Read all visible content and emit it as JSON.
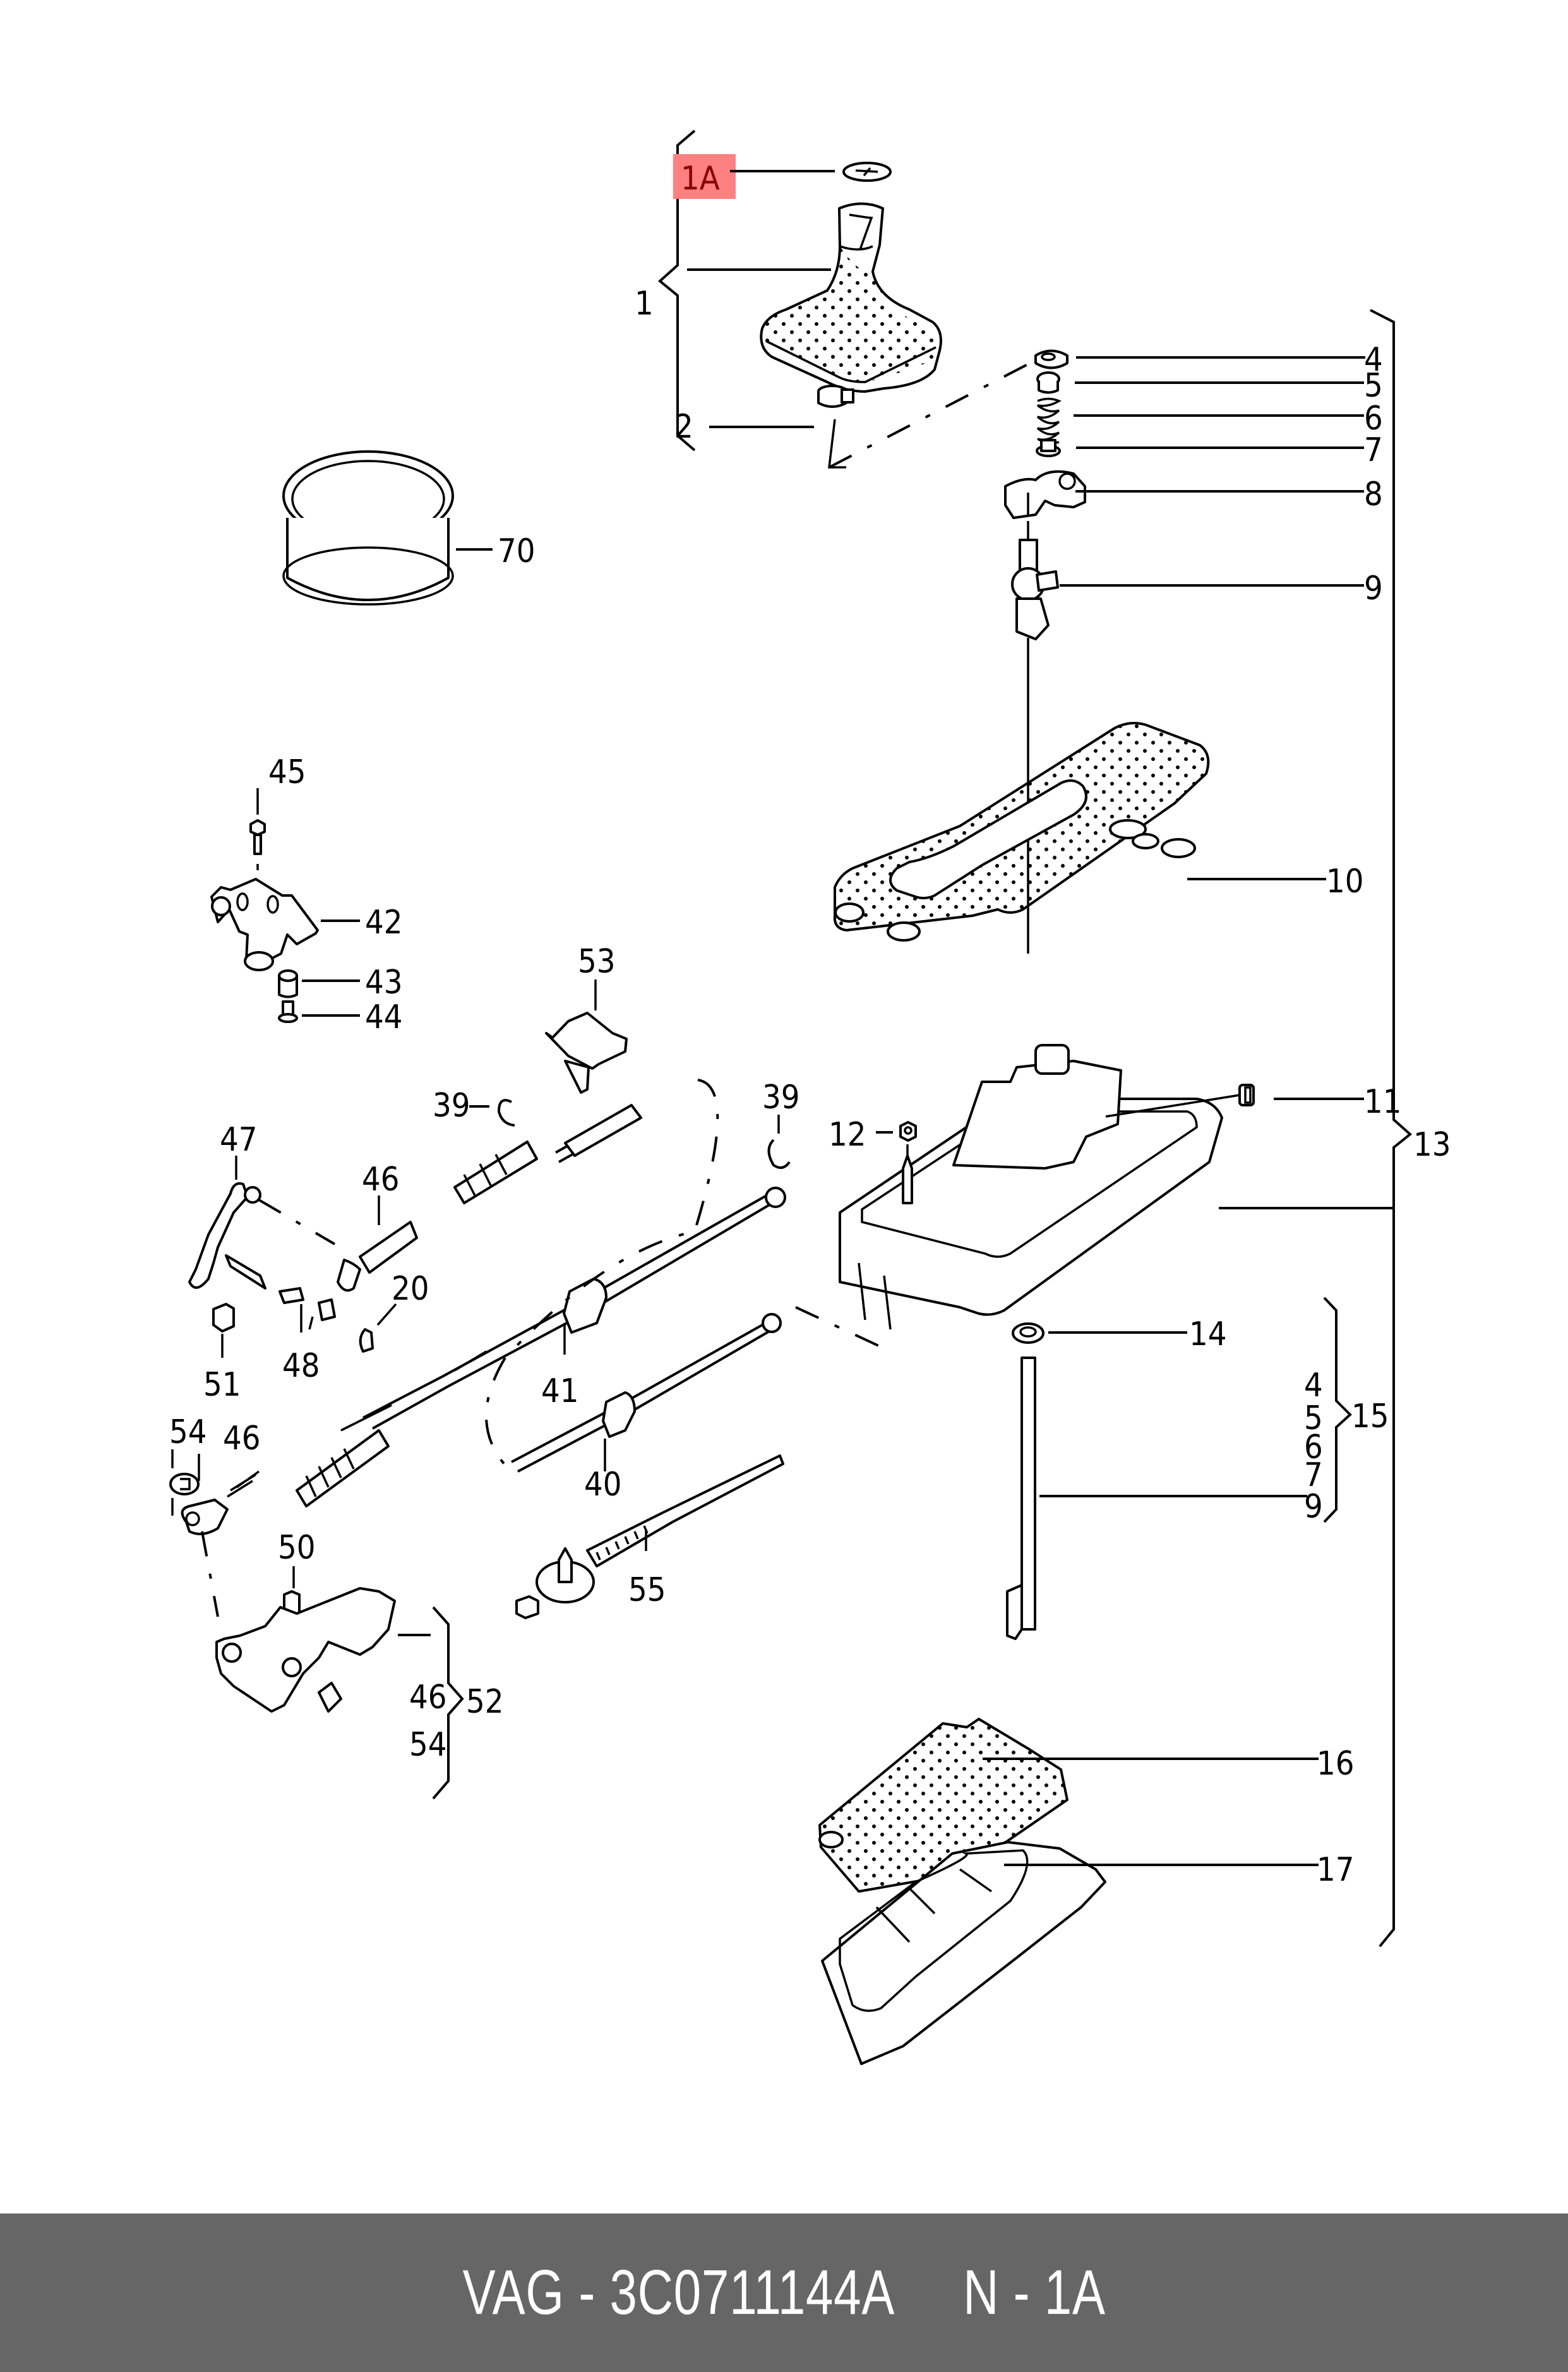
{
  "diagram": {
    "type": "exploded parts diagram",
    "subject": "gear shift lever assembly with selector cables",
    "highlight_color": "#ff8080",
    "highlight_text_color": "#8b0000",
    "highlighted_part": "1A",
    "callouts": {
      "p1A": "1A",
      "p1": "1",
      "p2": "2",
      "p4": "4",
      "p5": "5",
      "p6": "6",
      "p7": "7",
      "p8": "8",
      "p9": "9",
      "p10": "10",
      "p11": "11",
      "p12": "12",
      "p13": "13",
      "p14": "14",
      "p15": "15",
      "p15_sub": [
        "4",
        "5",
        "6",
        "7",
        "9"
      ],
      "p16": "16",
      "p17": "17",
      "p20": "20",
      "p39a": "39",
      "p39b": "39",
      "p40": "40",
      "p41": "41",
      "p42": "42",
      "p43": "43",
      "p44": "44",
      "p45": "45",
      "p46a": "46",
      "p46b": "46",
      "p47": "47",
      "p48": "48",
      "p50": "50",
      "p51": "51",
      "p52": "52",
      "p52_sub": [
        "46",
        "54"
      ],
      "p53": "53",
      "p54": "54",
      "p55": "55",
      "p70": "70"
    }
  },
  "footer": {
    "text": "VAG - 3C0711144A     N - 1A",
    "background": "#666666",
    "color": "#ffffff"
  }
}
